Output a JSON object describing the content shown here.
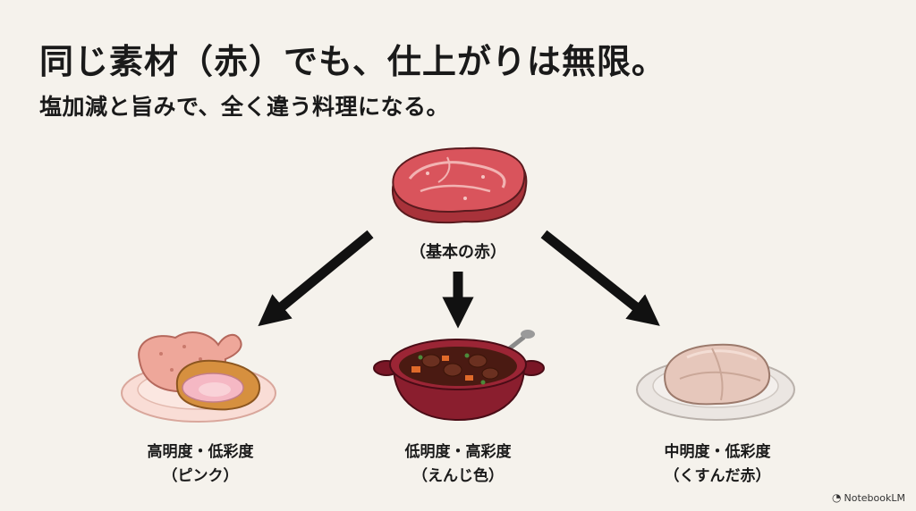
{
  "header": {
    "title": "同じ素材（赤）でも、仕上がりは無限。",
    "subtitle": "塩加減と旨みで、全く違う料理になる。"
  },
  "source": {
    "label": "（基本の赤）",
    "icon": "raw-steak-icon",
    "color": "#c9404a"
  },
  "dishes": [
    {
      "icon": "fried-chicken-icon",
      "line1": "高明度・低彩度",
      "line2": "（ピンク）",
      "color": "#eea79a"
    },
    {
      "icon": "stew-pot-icon",
      "line1": "低明度・高彩度",
      "line2": "（えんじ色）",
      "color": "#8a1e2e"
    },
    {
      "icon": "roast-meat-icon",
      "line1": "中明度・低彩度",
      "line2": "（くすんだ赤）",
      "color": "#e6c7bb"
    }
  ],
  "watermark": {
    "text": "NotebookLM"
  }
}
